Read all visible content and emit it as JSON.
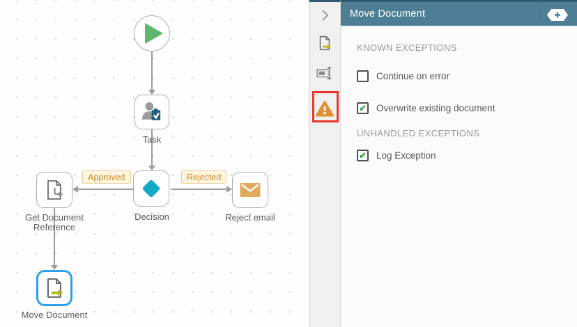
{
  "colors": {
    "header_teal": "#4d7e95",
    "selection_blue": "#2e9fe8",
    "warning_orange": "#dd9333",
    "check_green": "#3aa745",
    "highlight_red": "#e8352e",
    "edge_label_orange": "#d4861c"
  },
  "canvas": {
    "nodes": {
      "start": {
        "label": "",
        "icon": "play-icon"
      },
      "task": {
        "label": "Task",
        "icon": "user-task-icon"
      },
      "decision": {
        "label": "Decision",
        "icon": "decision-diamond-icon"
      },
      "get_document_reference": {
        "label": "Get Document Reference",
        "icon": "document-redirect-icon"
      },
      "reject_email": {
        "label": "Reject email",
        "icon": "email-icon"
      },
      "move_document": {
        "label": "Move Document",
        "icon": "document-move-icon",
        "selected": true
      }
    },
    "edge_labels": {
      "approved": "Approved",
      "rejected": "Rejected"
    }
  },
  "rail": {
    "collapse_icon": "chevron-right-icon",
    "tabs": [
      {
        "icon": "document-move-icon"
      },
      {
        "icon": "rename-icon"
      },
      {
        "icon": "warning-icon",
        "highlighted": true
      }
    ]
  },
  "panel": {
    "title": "Move Document",
    "add_button_icon": "plus-icon",
    "sections": [
      {
        "heading": "KNOWN EXCEPTIONS",
        "items": [
          {
            "label": "Continue on error",
            "checked": false,
            "glyph": ""
          },
          {
            "label": "Overwrite existing document",
            "checked": true,
            "glyph": "✔"
          }
        ]
      },
      {
        "heading": "UNHANDLED EXCEPTIONS",
        "items": [
          {
            "label": "Log Exception",
            "checked": true,
            "glyph": "✔"
          }
        ]
      }
    ]
  }
}
